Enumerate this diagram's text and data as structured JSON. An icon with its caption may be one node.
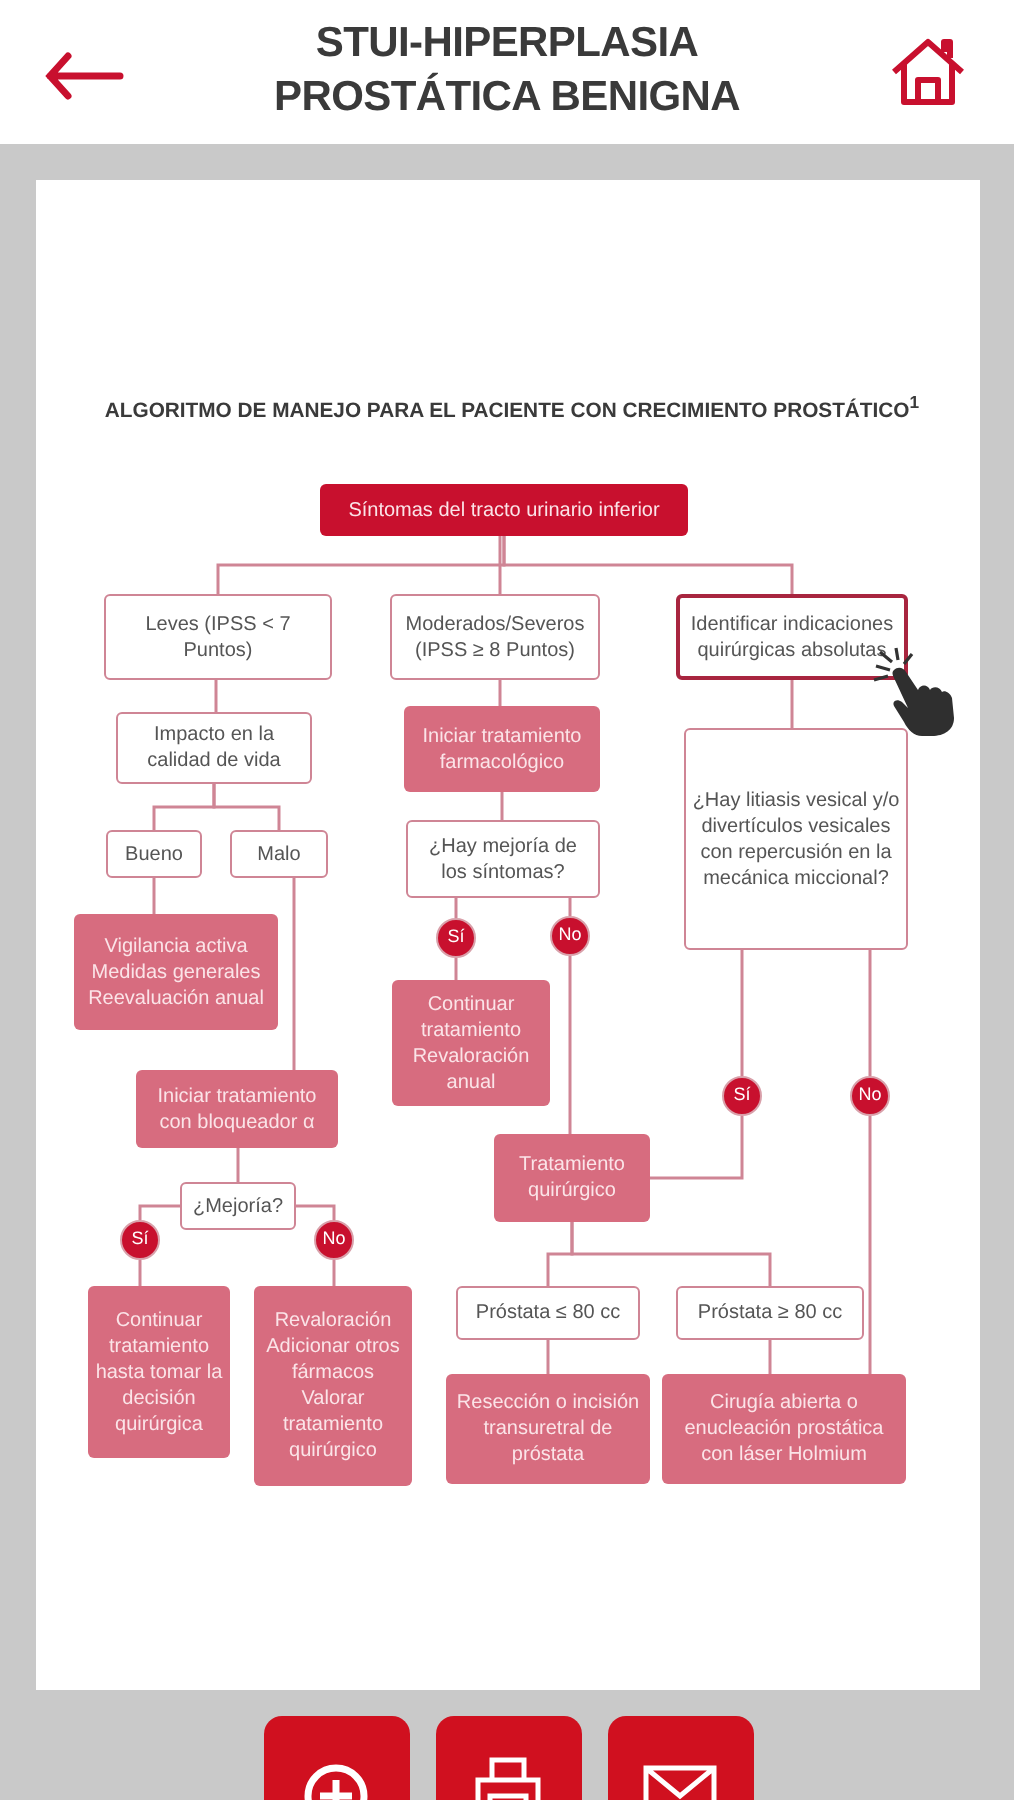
{
  "diagram": {
    "title": "ALGORITMO DE MANEJO PARA EL PACIENTE CON CRECIMIENTO PROSTÁTICO$^{1}$",
    "nodes": [
      {
        "text": [
          "Síntomas del tracto urinario inferior"
        ]
      },
      {
        "text": [
          "Leves (IPSS < 7 Puntos)"
        ]
      },
      {
        "text": [
          "Moderados/Severos (IPSS ≥ 8 Puntos)"
        ]
      },
      {
        "text": [
          "Identificar indicaciones quirúrgicas absolutas"
        ]
      },
      {
        "text": [
          "Impacto en la calidad de vida"
        ]
      },
      {
        "text": [
          "Bueno"
        ]
      },
      {
        "text": [
          "Malo"
        ]
      },
      {
        "text": [
          "Vigilancia activa Medidas generales Reevaluación anual"
        ]
      },
      {
        "text": [
          "Iniciar tratamiento con bloqueador α"
        ]
      },
      {
        "text": [
          "¿Mejoría?"
        ]
      },
      {
        "text": [
          "Sí"
        ]
      },
      {
        "text": [
          "No"
        ]
      },
      {
        "text": [
          "Continuar tratamiento hasta tomar la decisión quirúrgica"
        ]
      },
      {
        "text": [
          "Revaloración Adicionar otros fármacos Valorar tratamiento quirúrgico"
        ]
      },
      {
        "text": [
          "Iniciar tratamiento farmacológico"
        ]
      },
      {
        "text": [
          "¿Hay mejoría de los síntomas?"
        ]
      },
      {
        "text": [
          "Sí"
        ]
      },
      {
        "text": [
          "No"
        ]
      },
      {
        "text": [
          "Continuar tratamiento Revaloración anual"
        ]
      },
      {
        "text": [
          "¿Hay litiasis vesical y/o divertículos vesicales con repercusión en la mecánica miccional?"
        ]
      },
      {
        "text": [
          "Sí"
        ]
      },
      {
        "text": [
          "No"
        ]
      },
      {
        "text": [
          "Tratamiento quirúrgico"
        ]
      },
      {
        "text": [
          "Próstata ≤ 80 cc"
        ]
      },
      {
        "text": [
          "Próstata ≥ 80 cc"
        ]
      },
      {
        "text": [
          "Resección o incisión transuretral de próstata"
        ]
      },
      {
        "text": [
          "Cirugía abierta o enucleación prostática con láser Holmium"
        ]
      }
    ],
    "edges": [
      {
        "from": 0,
        "to": 1,
        "arrow": "none"
      },
      {
        "from": 0,
        "to": 2,
        "arrow": "none"
      },
      {
        "from": 0,
        "to": 3,
        "arrow": "none"
      },
      {
        "from": 1,
        "to": 4,
        "arrow": "none"
      },
      {
        "from": 4,
        "to": 5,
        "arrow": "none"
      },
      {
        "from": 4,
        "to": 6,
        "arrow": "none"
      },
      {
        "from": 5,
        "to": 7,
        "arrow": "none"
      },
      {
        "from": 6,
        "to": 8,
        "arrow": "none"
      },
      {
        "from": 8,
        "to": 9,
        "arrow": "none"
      },
      {
        "from": 9,
        "to": 10,
        "arrow": "none"
      },
      {
        "from": 9,
        "to": 11,
        "arrow": "none"
      },
      {
        "from": 10,
        "to": 12,
        "arrow": "none"
      },
      {
        "from": 11,
        "to": 13,
        "arrow": "none"
      },
      {
        "from": 2,
        "to": 14,
        "arrow": "none"
      },
      {
        "from": 14,
        "to": 15,
        "arrow": "none"
      },
      {
        "from": 15,
        "to": 16,
        "arrow": "none"
      },
      {
        "from": 15,
        "to": 17,
        "arrow": "none"
      },
      {
        "from": 16,
        "to": 18,
        "arrow": "none"
      },
      {
        "from": 17,
        "to": 22,
        "arrow": "none"
      },
      {
        "from": 3,
        "to": 19,
        "arrow": "none"
      },
      {
        "from": 19,
        "to": 20,
        "arrow": "none"
      },
      {
        "from": 19,
        "to": 21,
        "arrow": "none"
      },
      {
        "from": 20,
        "to": 22,
        "arrow": "none"
      },
      {
        "from": 22,
        "to": 23,
        "arrow": "none"
      },
      {
        "from": 22,
        "to": 24,
        "arrow": "none"
      },
      {
        "from": 23,
        "to": 25,
        "arrow": "none"
      },
      {
        "from": 24,
        "to": 26,
        "arrow": "none"
      },
      {
        "from": 21,
        "to": 26,
        "arrow": "none"
      }
    ],
    "labels": [
      "STUI-HIPERPLASIA PROSTÁTICA BENIGNA"
    ]
  }
}
